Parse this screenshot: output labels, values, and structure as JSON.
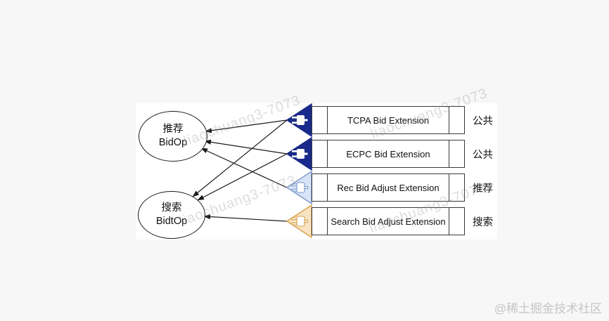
{
  "canvas": {
    "background": "#f7f7f8"
  },
  "watermarks": {
    "diagonal": "liaochuang3-7073",
    "corner": "@稀土掘金技术社区"
  },
  "colors": {
    "navy": "#1a2a8a",
    "navy_plug": "#ffffff",
    "blue_fill": "#d8e4f6",
    "blue_stroke": "#7b97cb",
    "orange_fill": "#f8e4c3",
    "orange_stroke": "#d89e4a",
    "line": "#1a1a1a",
    "white": "#ffffff"
  },
  "nodes": {
    "rec": {
      "line1": "推荐",
      "line2": "BidOp"
    },
    "search": {
      "line1": "搜索",
      "line2": "BidtOp"
    }
  },
  "extensions": [
    {
      "name": "TCPA Bid Extension",
      "scope": "公共"
    },
    {
      "name": "ECPC Bid Extension",
      "scope": "公共"
    },
    {
      "name": "Rec Bid Adjust Extension",
      "scope": "推荐"
    },
    {
      "name": "Search Bid Adjust Extension",
      "scope": "搜索"
    }
  ],
  "connections": [
    {
      "from": "TCPA Bid Extension",
      "to": "推荐 BidOp"
    },
    {
      "from": "TCPA Bid Extension",
      "to": "搜索 BidtOp"
    },
    {
      "from": "ECPC Bid Extension",
      "to": "推荐 BidOp"
    },
    {
      "from": "ECPC Bid Extension",
      "to": "搜索 BidtOp"
    },
    {
      "from": "Rec Bid Adjust Extension",
      "to": "推荐 BidOp"
    },
    {
      "from": "Search Bid Adjust Extension",
      "to": "搜索 BidtOp"
    }
  ]
}
